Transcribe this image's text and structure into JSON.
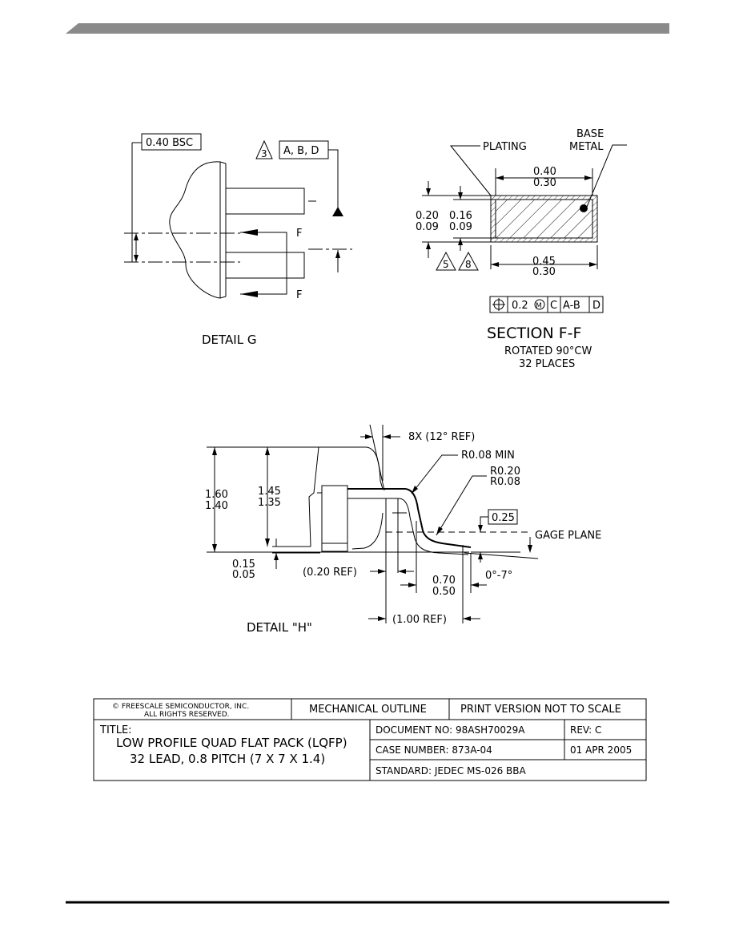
{
  "detail_g": {
    "title": "DETAIL G",
    "pitch_label": "0.40 BSC",
    "datum_note_number": "3",
    "datum_label": "A, B, D",
    "section_mark_top": "F",
    "section_mark_bottom": "F"
  },
  "section_ff": {
    "title": "SECTION F-F",
    "subtitle_line1": "ROTATED 90°CW",
    "subtitle_line2": "32 PLACES",
    "plating_label": "PLATING",
    "base_metal_line1": "BASE",
    "base_metal_line2": "METAL",
    "width_upper_max": "0.40",
    "width_upper_min": "0.30",
    "width_lower_max": "0.45",
    "width_lower_min": "0.30",
    "thick_outer_max": "0.20",
    "thick_outer_min": "0.09",
    "thick_inner_max": "0.16",
    "thick_inner_min": "0.09",
    "note_a": "5",
    "note_b": "8",
    "tolerance_frame": {
      "symbol": "⌖",
      "value": "0.2",
      "modifier": "M",
      "datum1": "C",
      "datum2": "A-B",
      "datum3": "D"
    }
  },
  "detail_h": {
    "title": "DETAIL \"H\"",
    "angle_label": "8X (12° REF)",
    "radius_min_label": "R0.08 MIN",
    "radius_max": "R0.20",
    "radius_min": "R0.08",
    "gage_value": "0.25",
    "gage_plane_label": "GAGE PLANE",
    "height_total_max": "1.60",
    "height_total_min": "1.40",
    "height_body_max": "1.45",
    "height_body_min": "1.35",
    "standoff_max": "0.15",
    "standoff_min": "0.05",
    "ref_020": "(0.20 REF)",
    "foot_max": "0.70",
    "foot_min": "0.50",
    "angle_range": "0°-7°",
    "ref_100": "(1.00 REF)"
  },
  "title_block": {
    "copyright_line1": "© FREESCALE SEMICONDUCTOR,  INC.",
    "copyright_line2": "ALL RIGHTS RESERVED.",
    "mechanical_outline": "MECHANICAL OUTLINE",
    "print_version": "PRINT VERSION NOT TO SCALE",
    "title_label": "TITLE:",
    "title_line1": "LOW PROFILE QUAD FLAT PACK (LQFP)",
    "title_line2": "32 LEAD, 0.8 PITCH (7 X 7 X 1.4)",
    "document_no": "DOCUMENT NO: 98ASH70029A",
    "rev": "REV: C",
    "case_number": "CASE NUMBER: 873A-04",
    "date": "01 APR 2005",
    "standard": "STANDARD: JEDEC MS-026 BBA"
  }
}
